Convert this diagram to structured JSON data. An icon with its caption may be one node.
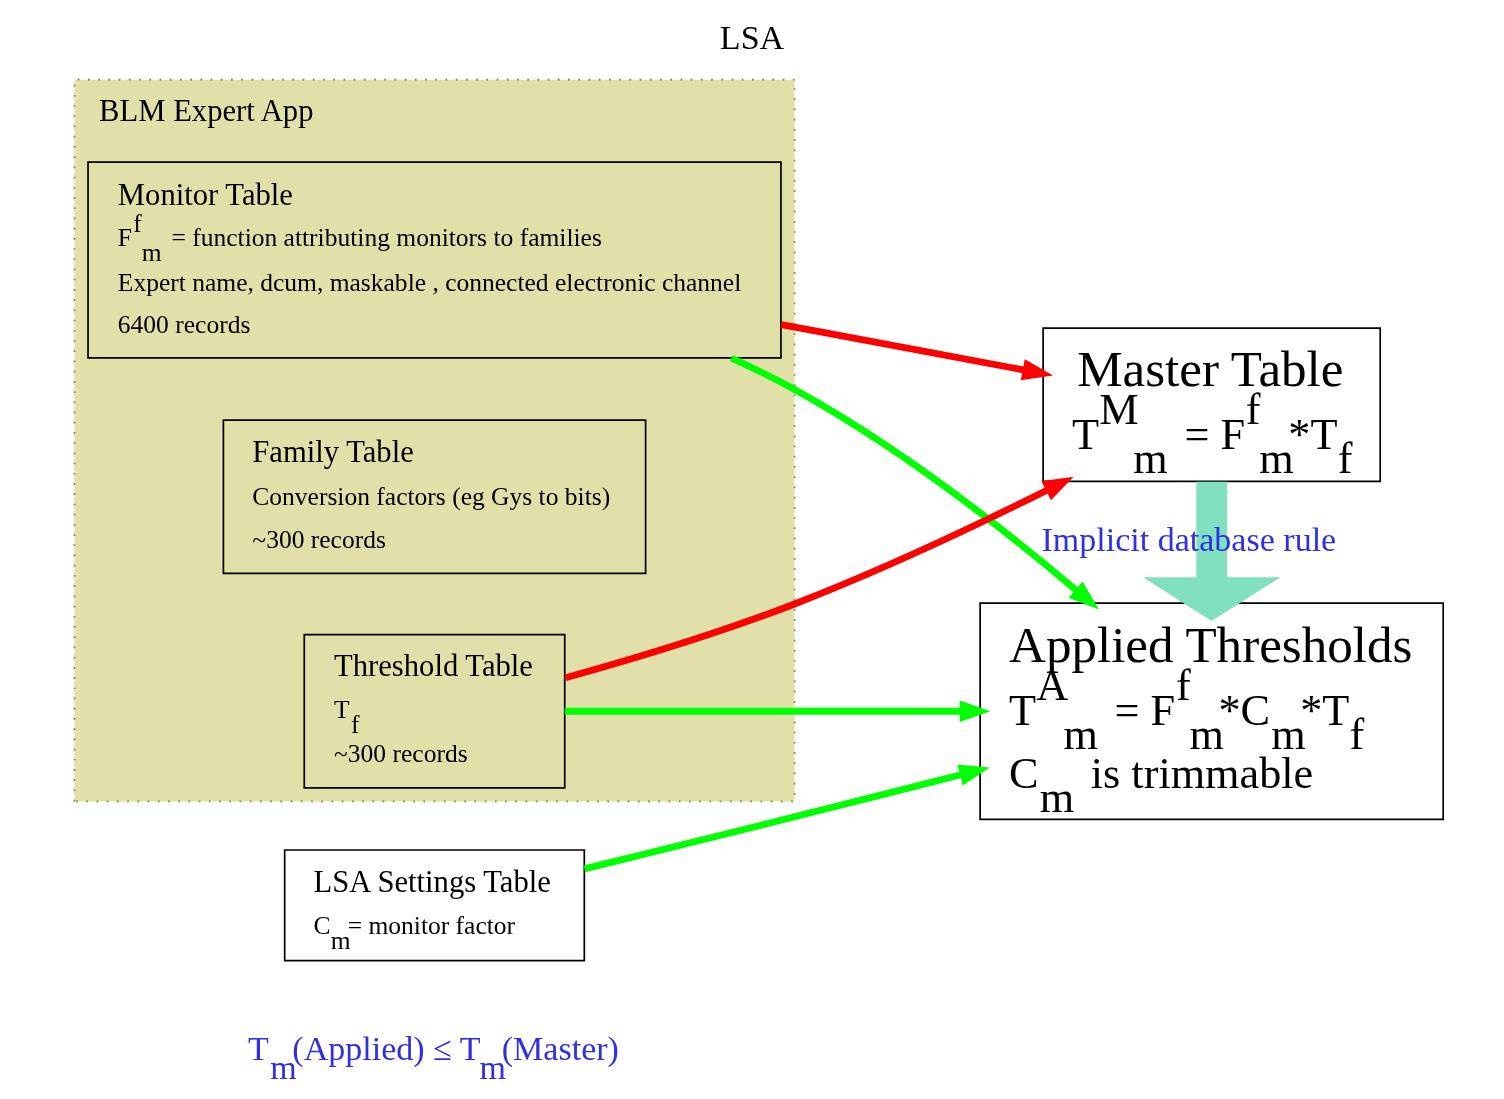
{
  "diagram": {
    "title": "LSA",
    "nodes": [
      {
        "text": [
          "LSA Settings Table",
          "C$_{m}$= monitor factor"
        ]
      },
      {
        "text": [
          "BLM Expert App"
        ]
      },
      {
        "text": [
          "Monitor Table",
          "F$^{f}$$_{m}$ = function attributing monitors to families",
          "Expert name, dcum, maskable , connected electronic channel",
          "6400 records"
        ],
        "in": 1
      },
      {
        "text": [
          "Family Table",
          "Conversion factors (eg Gys to bits)",
          "~300 records"
        ],
        "in": 1
      },
      {
        "text": [
          "Threshold Table",
          "T$_{f}$",
          "~300 records"
        ],
        "in": 1
      },
      {
        "text": [
          "Master Table",
          "T$^{M}$$_{m}$ = F$^{f}$$_{m}$*T$_{f}$"
        ]
      },
      {
        "text": [
          "Applied Thresholds",
          "T$^{A}$$_{m}$ = F$^{f}$$_{m}$*C$_{m}$*T$_{f}$",
          "C$_{m}$ is trimmable"
        ]
      }
    ],
    "edges": [
      {
        "from": 0,
        "to": 6,
        "arrow": "to",
        "color": "#00ff00"
      },
      {
        "from": 2,
        "to": 6,
        "arrow": "to",
        "color": "#00ff00"
      },
      {
        "from": 4,
        "to": 6,
        "arrow": "to",
        "color": "#00ff00"
      },
      {
        "from": 2,
        "to": 5,
        "arrow": "to",
        "color": "#ff0000"
      },
      {
        "from": 4,
        "to": 5,
        "arrow": "to",
        "color": "#ff0000"
      },
      {
        "from": 5,
        "to": 6,
        "arrow": "to",
        "style": "thick",
        "color": "#80e0c0",
        "label": "Implicit database rule"
      }
    ],
    "labels": [
      "T$_{m}$(Applied) ≤ T$_{m}$(Master)"
    ]
  }
}
